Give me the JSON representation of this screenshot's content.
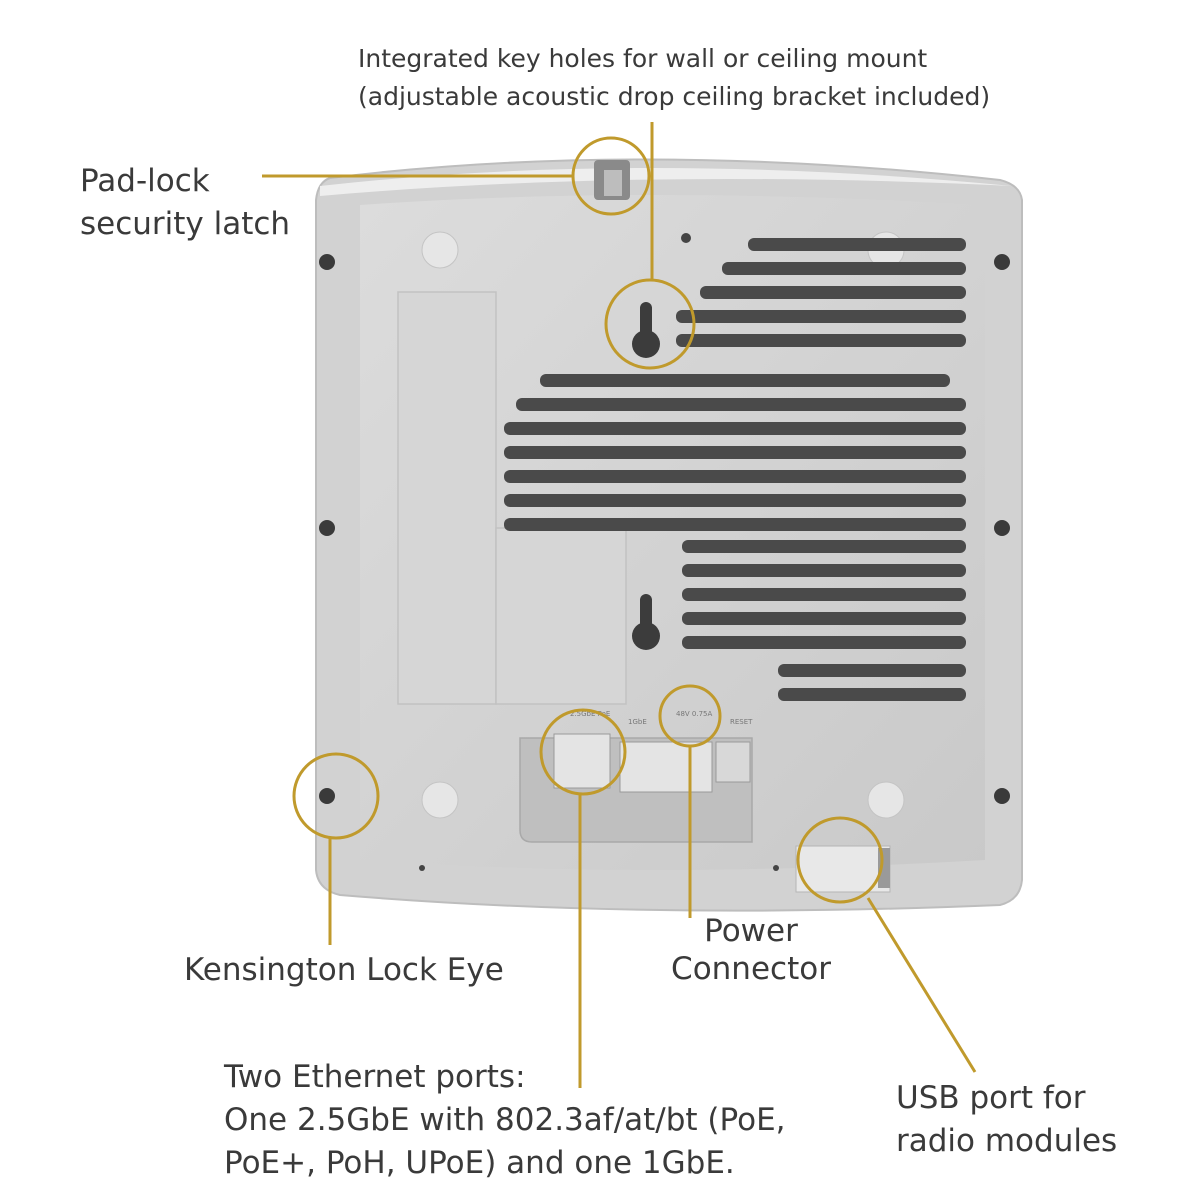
{
  "accent_color": "#c09a2c",
  "device": {
    "port_labels": {
      "ethernet": "2.5GbE PoE",
      "one_gbe": "1GbE",
      "power": "48V 0.75A",
      "reset": "RESET"
    }
  },
  "callouts": {
    "keyholes": {
      "line1": "Integrated key holes for wall or ceiling mount",
      "line2": "(adjustable acoustic drop ceiling bracket included)"
    },
    "padlock": {
      "line1": "Pad-lock",
      "line2": "security latch"
    },
    "kensington": {
      "line1": "Kensington Lock Eye"
    },
    "power": {
      "line1": "Power",
      "line2": "Connector"
    },
    "ethernet": {
      "line1": "Two Ethernet ports:",
      "line2": "One 2.5GbE with 802.3af/at/bt (PoE,",
      "line3": "PoE+, PoH, UPoE) and one 1GbE."
    },
    "usb": {
      "line1": "USB port for",
      "line2": "radio modules"
    }
  }
}
